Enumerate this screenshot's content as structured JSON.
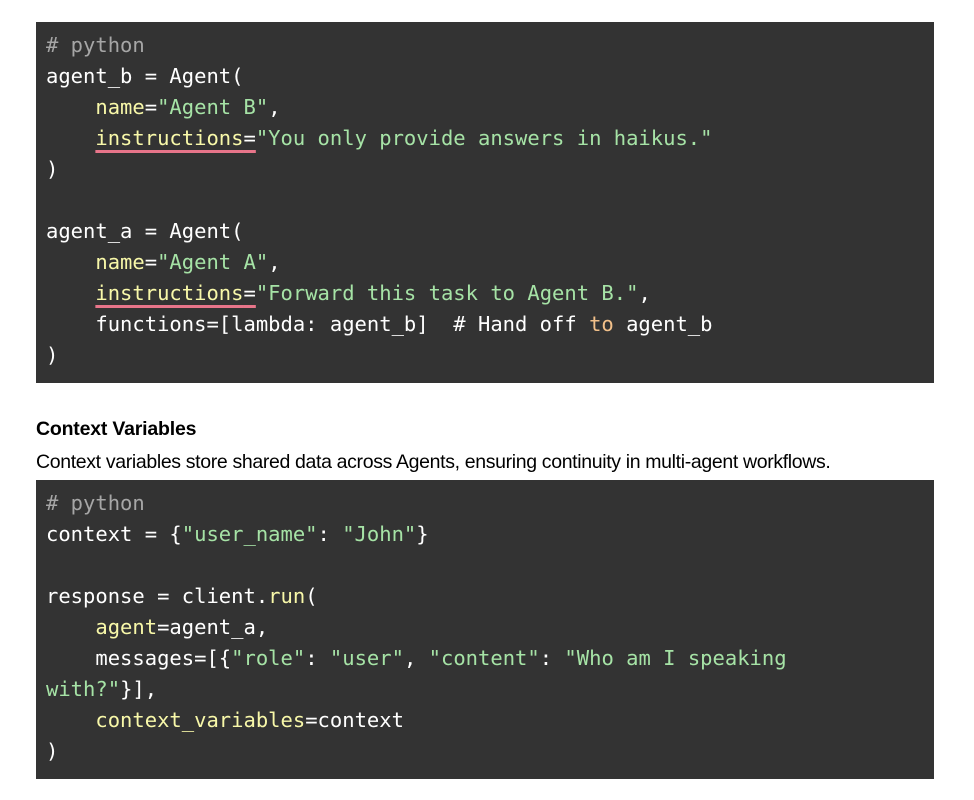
{
  "block1": {
    "comment": "# python",
    "l1": {
      "a": "agent_b = Agent("
    },
    "l2": {
      "indent": "    ",
      "key": "name",
      "eq": "=",
      "val": "\"Agent B\"",
      "tail": ","
    },
    "l3": {
      "indent": "    ",
      "key": "instructions",
      "eq": "=",
      "val": "\"You only provide answers in haikus.\""
    },
    "l4": ")",
    "l6": {
      "a": "agent_a = Agent("
    },
    "l7": {
      "indent": "    ",
      "key": "name",
      "eq": "=",
      "val": "\"Agent A\"",
      "tail": ","
    },
    "l8": {
      "indent": "    ",
      "key": "instructions",
      "eq": "=",
      "val": "\"Forward this task to Agent B.\"",
      "tail": ","
    },
    "l9": {
      "a": "    functions=[lambda: agent_b]  # Hand off ",
      "kw": "to",
      "b": " agent_b"
    },
    "l10": ")"
  },
  "section": {
    "heading": "Context Variables",
    "description": "Context variables store shared data across Agents, ensuring continuity in multi-agent workflows."
  },
  "block2": {
    "comment": "# python",
    "l1": {
      "a": "context = {",
      "s1": "\"user_name\"",
      "b": ": ",
      "s2": "\"John\"",
      "c": "}"
    },
    "l3": {
      "a": "response = client.",
      "fn": "run",
      "b": "("
    },
    "l4": {
      "indent": "    ",
      "key": "agent",
      "rest": "=agent_a,"
    },
    "l5": {
      "a": "    messages=[{",
      "s1": "\"role\"",
      "b": ": ",
      "s2": "\"user\"",
      "c": ", ",
      "s3": "\"content\"",
      "d": ": ",
      "s4": "\"Who am I speaking"
    },
    "l6": {
      "s": "with?\"",
      "a": "}],"
    },
    "l7": {
      "indent": "    ",
      "key": "context_variables",
      "rest": "=context"
    },
    "l8": ")"
  }
}
